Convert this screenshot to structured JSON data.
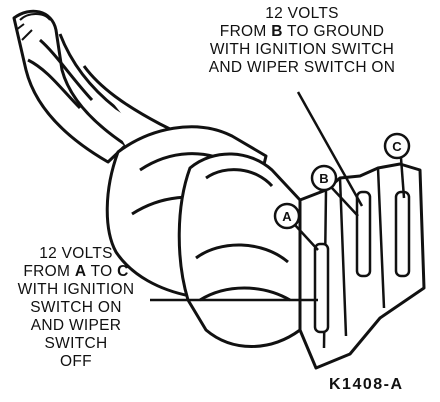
{
  "note_top": {
    "line1": "12 VOLTS",
    "line2_pre": "FROM ",
    "line2_bold": "B",
    "line2_post": " TO GROUND",
    "line3": "WITH IGNITION SWITCH",
    "line4": "AND WIPER SWITCH ON"
  },
  "note_left": {
    "line1": "12 VOLTS",
    "line2_pre": "FROM ",
    "line2_bold_a": "A",
    "line2_mid": " TO ",
    "line2_bold_c": "C",
    "line3": "WITH IGNITION",
    "line4": "SWITCH ON",
    "line5": "AND WIPER",
    "line6": "SWITCH",
    "line7": "OFF"
  },
  "terminals": {
    "a": "A",
    "b": "B",
    "c": "C"
  },
  "figure_id": "K1408-A"
}
